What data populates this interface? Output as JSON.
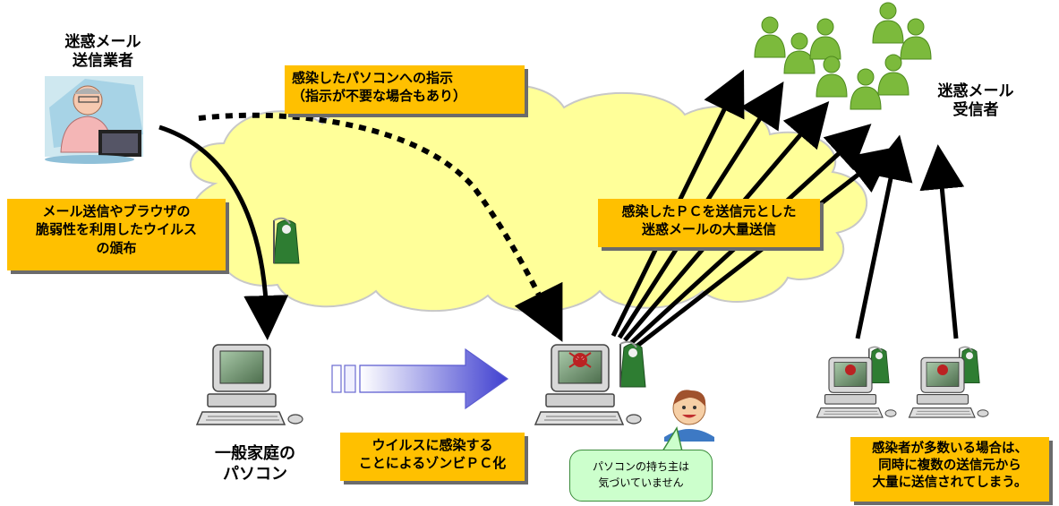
{
  "labels": {
    "sender": [
      "迷惑メール",
      "送信業者"
    ],
    "recipient": [
      "迷惑メール",
      "受信者"
    ],
    "home_pc": [
      "一般家庭の",
      "パソコン"
    ]
  },
  "boxes": {
    "instruction": [
      "感染したパソコンへの指示",
      "（指示が不要な場合もあり）"
    ],
    "distribution": [
      "メール送信やブラウザの",
      "脆弱性を利用したウイルス",
      "の頒布"
    ],
    "mass_send": [
      "感染したＰＣを送信元とした",
      "迷惑メールの大量送信"
    ],
    "zombie": [
      "ウイルスに感染する",
      "ことによるゾンビＰＣ化"
    ],
    "multi": [
      "感染者が多数いる場合は、",
      "同時に複数の送信元から",
      "大量に送信されてしまう。"
    ]
  },
  "bubble": [
    "パソコンの持ち主は",
    "気づいていません"
  ],
  "colors": {
    "cloud_fill": "#ffff99",
    "cloud_stroke": "#c8c8c8",
    "box_fill": "#ffc000",
    "person_green": "#7cba3c",
    "arrow_black": "#000000",
    "big_arrow": "#4c4cd8"
  },
  "icons": [
    "spammer-clipart",
    "grim-reaper-virus-icon",
    "computer-icon",
    "infected-computer-icon",
    "person-icon",
    "owner-face-icon"
  ]
}
